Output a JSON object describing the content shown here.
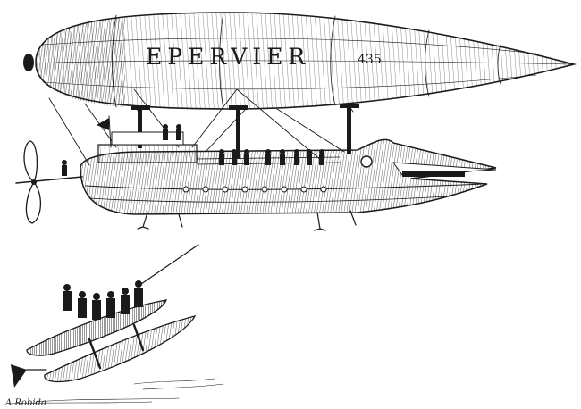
{
  "illustration": {
    "airship_name": "EPERVIER",
    "airship_number": "435",
    "artist_signature": "A.Robida",
    "ink_color": "#1a1a1a",
    "paper_color": "#ffffff"
  }
}
